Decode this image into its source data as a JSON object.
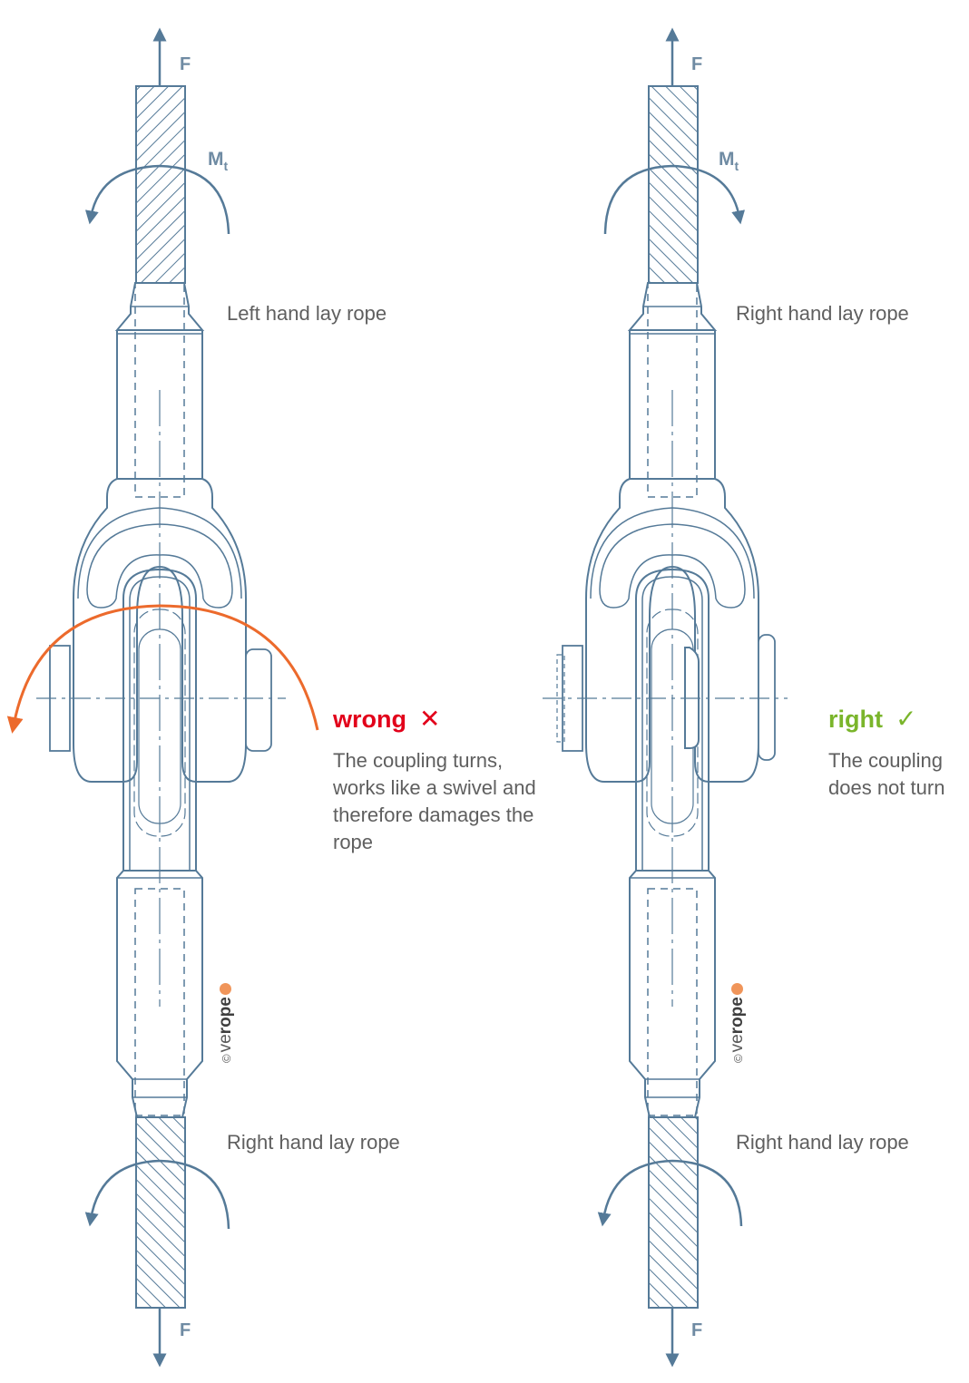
{
  "colors": {
    "line": "#557a98",
    "wrong": "#e2001a",
    "right": "#7ab52b",
    "torsion_arrow": "#ec6a2c",
    "text": "#5f5f5f",
    "logo_accent": "#f0955a"
  },
  "left_assembly": {
    "top": {
      "force_label": "F",
      "moment_label": "M",
      "moment_subscript": "t",
      "rope_label": "Left hand lay rope"
    },
    "bottom": {
      "force_label": "F",
      "rope_label": "Right hand lay rope"
    },
    "verdict": {
      "title": "wrong",
      "mark": "✕",
      "description_lines": [
        "The coupling turns,",
        "works like a swivel and",
        "therefore damages the",
        "rope"
      ]
    },
    "logo": {
      "copyright": "©",
      "prefix": "ve",
      "brand": "rope"
    }
  },
  "right_assembly": {
    "top": {
      "force_label": "F",
      "moment_label": "M",
      "moment_subscript": "t",
      "rope_label": "Right hand lay rope"
    },
    "bottom": {
      "force_label": "F",
      "rope_label": "Right hand lay rope"
    },
    "verdict": {
      "title": "right",
      "mark": "✓",
      "description_lines": [
        "The coupling",
        "does not turn"
      ]
    },
    "logo": {
      "copyright": "©",
      "prefix": "ve",
      "brand": "rope"
    }
  }
}
